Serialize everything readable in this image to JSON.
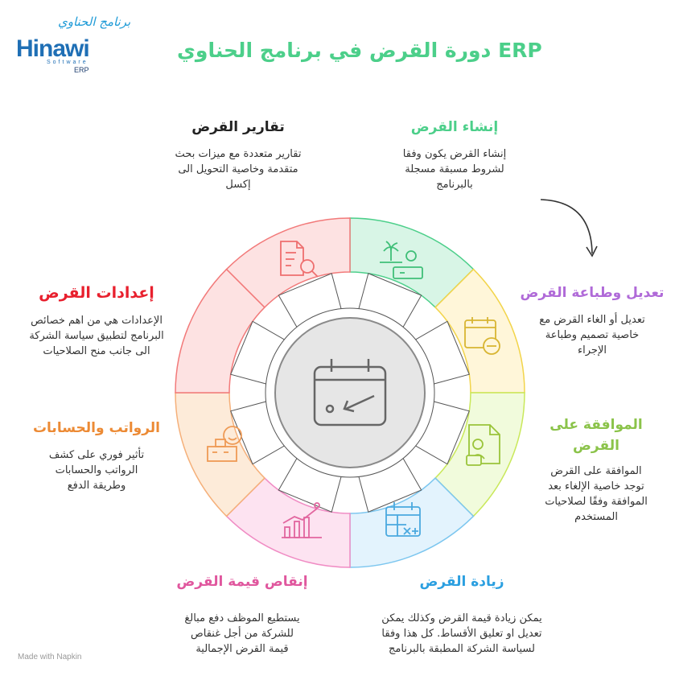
{
  "header": {
    "title": "دورة القرض في برنامج الحناوي ERP",
    "logo_arabic": "برنامج الحناوي",
    "logo_main": "Hinawi",
    "logo_sub": "Software",
    "logo_erp": "ERP"
  },
  "sections": [
    {
      "title": "إنشاء القرض",
      "lines": [
        "إنشاء القرض يكون وفقا",
        "لشروط مسبقة مسجلة",
        "بالبرنامج"
      ],
      "color": "#4ccf8a"
    },
    {
      "title": "تعديل وطباعة القرض",
      "lines": [
        "تعديل أو الغاء القرض مع",
        "خاصية تصميم وطباعة",
        "الإجراء"
      ],
      "color": "#b06ad8"
    },
    {
      "title": "الموافقة على",
      "title2": "القرض",
      "lines": [
        "الموافقة على القرض",
        "توجد خاصية الإلغاء بعد",
        "الموافقة وفقًا لصلاحيات",
        "المستخدم"
      ],
      "color": "#8bc34a"
    },
    {
      "title": "زيادة القرض",
      "lines": [
        "يمكن زيادة قيمة القرض وكذلك يمكن",
        "تعديل او تعليق الأقساط. كل هذا وفقا",
        "لسياسة الشركة المطبقة بالبرنامج"
      ],
      "color": "#2b9fe0"
    },
    {
      "title": "إنقاص قيمة القرض",
      "lines": [
        "يستطيع الموظف دفع مبالغ",
        "للشركة من أجل غنقاص",
        "قيمة القرض الإجمالية"
      ],
      "color": "#e0579e"
    },
    {
      "title": "الرواتب والحسابات",
      "lines": [
        "تأثير فوري على كشف",
        "الرواتب والحسابات",
        "وطريقة الدفع"
      ],
      "color": "#ec8a34"
    },
    {
      "title": "إعدادات القرض",
      "lines": [
        "الإعدادات هي من اهم خصائص",
        "البرنامج لتطبيق سياسة الشركة",
        "الى جانب منح الصلاحيات"
      ],
      "color": "#e8202e"
    },
    {
      "title": "تقارير القرض",
      "lines": [
        "تقارير متعددة مع ميزات بحث",
        "متقدمة وخاصية التحويل الى",
        "إكسل"
      ],
      "color": "#222222"
    }
  ],
  "wheel": {
    "segments": [
      {
        "name": "create",
        "fill": "#d8f5e6",
        "stroke": "#4ccf8a",
        "icon": "creation-icon"
      },
      {
        "name": "edit-print",
        "fill": "#fff6d9",
        "stroke": "#f2d44a",
        "icon": "calendar-minus-icon"
      },
      {
        "name": "approve",
        "fill": "#f1fbdc",
        "stroke": "#c9e85a",
        "icon": "approval-document-icon"
      },
      {
        "name": "increase",
        "fill": "#e3f3fd",
        "stroke": "#7cc6ef",
        "icon": "calendar-multiply-icon"
      },
      {
        "name": "decrease",
        "fill": "#fde3f1",
        "stroke": "#f08cc4",
        "icon": "bar-chart-icon"
      },
      {
        "name": "payroll",
        "fill": "#fdebd9",
        "stroke": "#f5b07a",
        "icon": "building-face-icon"
      },
      {
        "name": "settings",
        "fill": "#fde2e2",
        "stroke": "#f27a7a",
        "icon": "settings-icon"
      },
      {
        "name": "reports",
        "fill": "#fde2e2",
        "stroke": "#f27a7a",
        "icon": "document-search-icon"
      }
    ],
    "center_fill": "#e6e6e6",
    "center_icon": "calendar-arrow-icon"
  },
  "credit": "Made with Napkin"
}
